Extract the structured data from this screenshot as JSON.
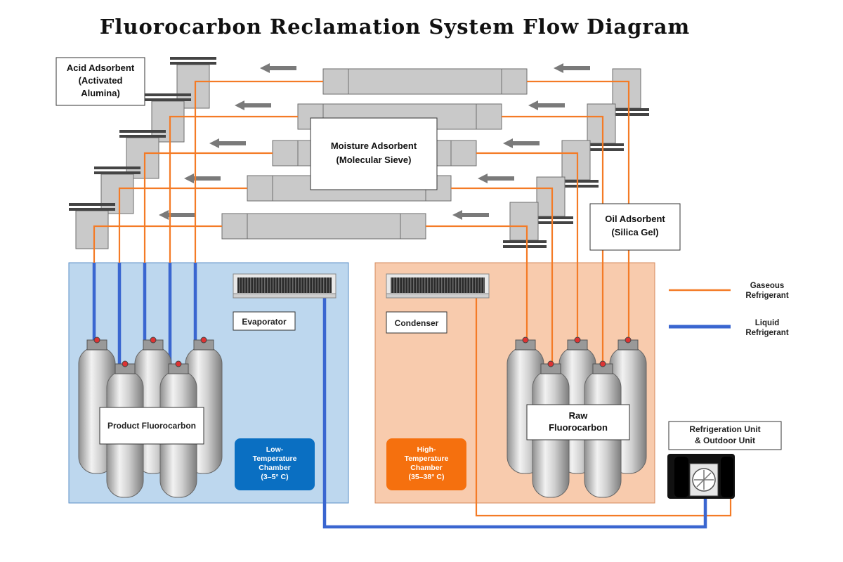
{
  "title": "Fluorocarbon Reclamation System Flow Diagram",
  "labels": {
    "acid_adsorbent": [
      "Acid Adsorbent",
      "(Activated",
      "Alumina)"
    ],
    "moisture_adsorbent": [
      "Moisture Adsorbent",
      "(Molecular Sieve)"
    ],
    "oil_adsorbent": [
      "Oil Adsorbent",
      "(Silica Gel)"
    ],
    "evaporator": "Evaporator",
    "condenser": "Condenser",
    "product_fluorocarbon": "Product Fluorocarbon",
    "raw_fluorocarbon": [
      "Raw",
      "Fluorocarbon"
    ],
    "refrigeration_unit": [
      "Refrigeration Unit",
      "& Outdoor Unit"
    ]
  },
  "chambers": {
    "low": {
      "lines": [
        "Low-",
        "Temperature",
        "Chamber",
        "(3–5° C)"
      ],
      "color": "#0a6fc2"
    },
    "high": {
      "lines": [
        "High-",
        "Temperature",
        "Chamber",
        "(35–38° C)"
      ],
      "color": "#f5700e"
    }
  },
  "legend": {
    "gaseous": [
      "Gaseous",
      "Refrigerant"
    ],
    "liquid": [
      "Liquid",
      "Refrigerant"
    ]
  },
  "colors": {
    "gaseous_line": "#f47b26",
    "liquid_line": "#3a66d0",
    "low_chamber_bg": "#bdd7ee",
    "high_chamber_bg": "#f8cbad"
  }
}
